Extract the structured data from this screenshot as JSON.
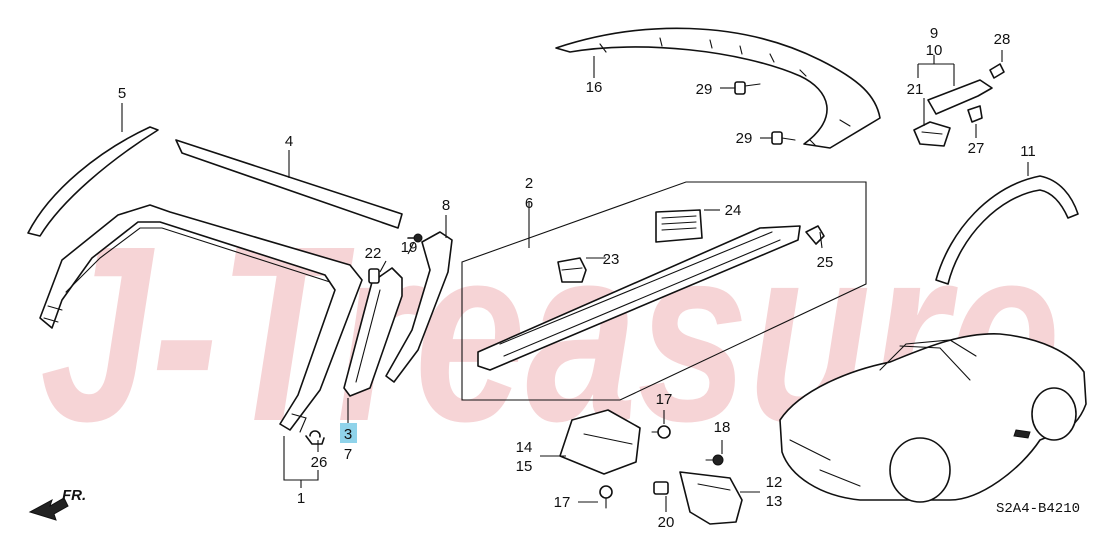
{
  "watermark": "J-Treasure",
  "diagram_code": "S2A4-B4210",
  "front_indicator": "FR.",
  "highlighted_callout": "3",
  "callouts": {
    "c1": "1",
    "c2": "2",
    "c3": "3",
    "c4": "4",
    "c5": "5",
    "c6": "6",
    "c7": "7",
    "c8": "8",
    "c9": "9",
    "c10": "10",
    "c11": "11",
    "c12": "12",
    "c13": "13",
    "c14": "14",
    "c15": "15",
    "c16": "16",
    "c17a": "17",
    "c17b": "17",
    "c18": "18",
    "c19": "19",
    "c20": "20",
    "c21": "21",
    "c22": "22",
    "c23": "23",
    "c24": "24",
    "c25": "25",
    "c26": "26",
    "c27": "27",
    "c28": "28",
    "c29a": "29",
    "c29b": "29"
  },
  "colors": {
    "highlight": "#8fd3ea",
    "watermark": "#f6d4d6",
    "line": "#111111"
  }
}
